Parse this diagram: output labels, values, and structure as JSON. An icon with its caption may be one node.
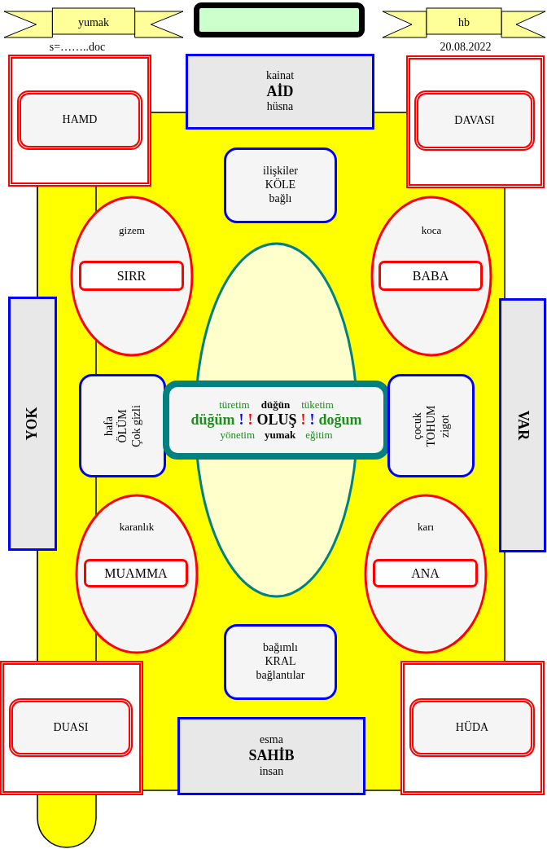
{
  "diagram": {
    "nodes": [
      {
        "text": [
          "yumak"
        ],
        "beside": [
          "s=……..doc"
        ]
      },
      {
        "text": [],
        "shape": "box"
      },
      {
        "text": [
          "hb"
        ],
        "beside": [
          "20.08.2022"
        ]
      },
      {
        "text": [
          "kainat",
          "AİD",
          "hüsna"
        ]
      },
      {
        "text": [],
        "shape": "box"
      },
      {
        "text": [
          "HAMD"
        ],
        "in": 4
      },
      {
        "text": [],
        "shape": "box"
      },
      {
        "text": [
          "DAVASI"
        ],
        "in": 6
      },
      {
        "text": [
          "ilişkiler",
          "KÖLE",
          "bağlı"
        ]
      },
      {
        "text": [
          "gizem"
        ]
      },
      {
        "text": [
          "SIRR"
        ],
        "in": 9
      },
      {
        "text": [
          "koca"
        ]
      },
      {
        "text": [
          "BABA"
        ],
        "in": 11
      },
      {
        "text": [
          "YOK"
        ]
      },
      {
        "text": [],
        "shape": "ellipse"
      },
      {
        "text": [
          "VAR"
        ]
      },
      {
        "text": [
          "hafa",
          "ÖLÜM",
          "Çok gizli"
        ]
      },
      {
        "text": [
          "türetim",
          "düğün",
          "tüketim",
          "düğüm",
          "!",
          "!",
          "OLUŞ",
          "!",
          "!",
          "doğum",
          "yönetim",
          "yumak",
          "eğitim"
        ]
      },
      {
        "text": [
          "çocuk",
          "TOHUM",
          "zigot"
        ]
      },
      {
        "text": [
          "karanlık"
        ]
      },
      {
        "text": [
          "MUAMMA"
        ],
        "in": 19
      },
      {
        "text": [
          "karı"
        ]
      },
      {
        "text": [
          "ANA"
        ],
        "in": 21
      },
      {
        "text": [
          "bağımlı",
          "KRAL",
          "bağlantılar"
        ]
      },
      {
        "text": [],
        "shape": "box"
      },
      {
        "text": [
          "DUASI"
        ],
        "in": 24
      },
      {
        "text": [
          "esma",
          "SAHİB",
          "insan"
        ]
      },
      {
        "text": [],
        "shape": "box"
      },
      {
        "text": [
          "HÜDA"
        ],
        "in": 27
      }
    ],
    "edges": []
  }
}
